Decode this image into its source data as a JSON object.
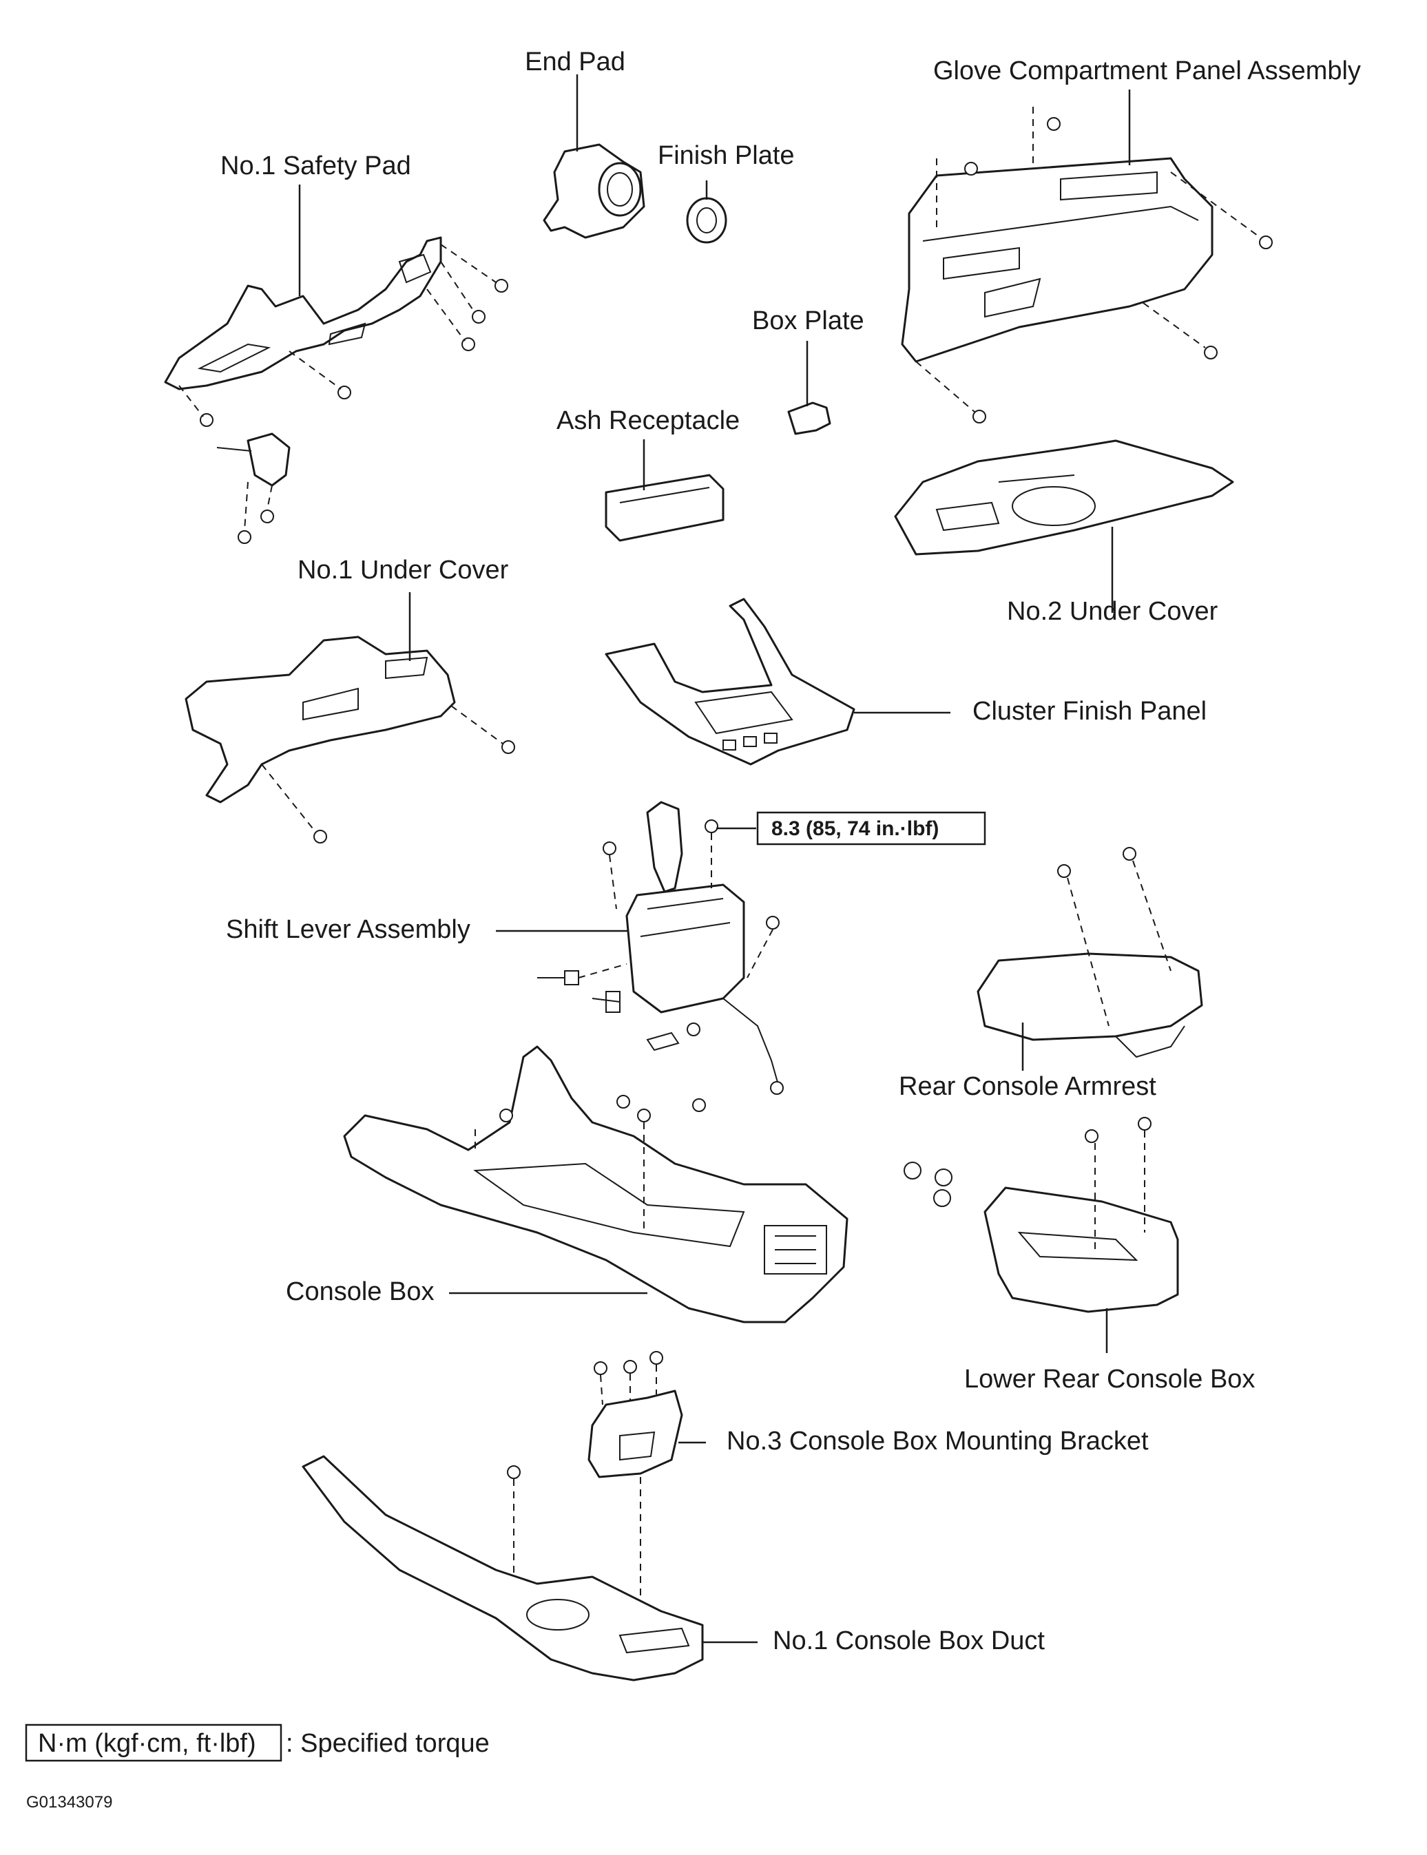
{
  "labels": {
    "end_pad": "End Pad",
    "glove_compartment_panel_assembly": "Glove Compartment Panel Assembly",
    "no1_safety_pad": "No.1 Safety Pad",
    "finish_plate": "Finish Plate",
    "box_plate": "Box Plate",
    "ash_receptacle": "Ash Receptacle",
    "no1_under_cover": "No.1 Under Cover",
    "no2_under_cover": "No.2 Under Cover",
    "cluster_finish_panel": "Cluster Finish Panel",
    "torque_spec": "8.3 (85, 74 in.·lbf)",
    "shift_lever_assembly": "Shift Lever Assembly",
    "rear_console_armrest": "Rear Console Armrest",
    "console_box": "Console Box",
    "lower_rear_console_box": "Lower Rear Console Box",
    "no3_console_box_mounting_bracket": "No.3 Console Box Mounting Bracket",
    "no1_console_box_duct": "No.1 Console Box Duct"
  },
  "legend": {
    "unit_box": "N·m (kgf·cm, ft·lbf)",
    "description": ": Specified torque"
  },
  "figure_code": "G01343079"
}
